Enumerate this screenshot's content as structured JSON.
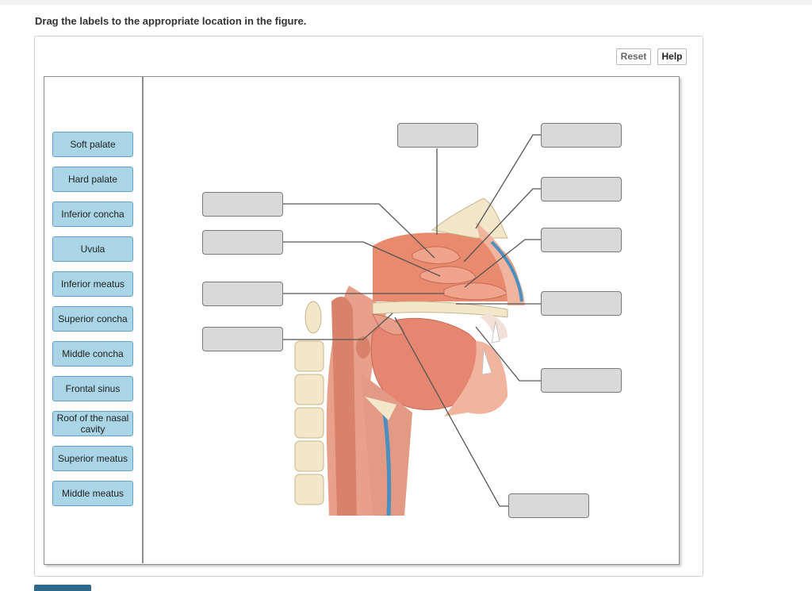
{
  "instruction": "Drag the labels to the appropriate location in the figure.",
  "toolbar": {
    "reset_label": "Reset",
    "help_label": "Help"
  },
  "labels": [
    "Soft palate",
    "Hard palate",
    "Inferior concha",
    "Uvula",
    "Inferior meatus",
    "Superior concha",
    "Middle concha",
    "Frontal sinus",
    "Roof of the nasal cavity",
    "Superior meatus",
    "Middle meatus"
  ],
  "colors": {
    "chip": "#a9d5e6",
    "chip_border": "#5fa2c2",
    "target": "#d9d9d9",
    "accent": "#2d6a8b"
  }
}
